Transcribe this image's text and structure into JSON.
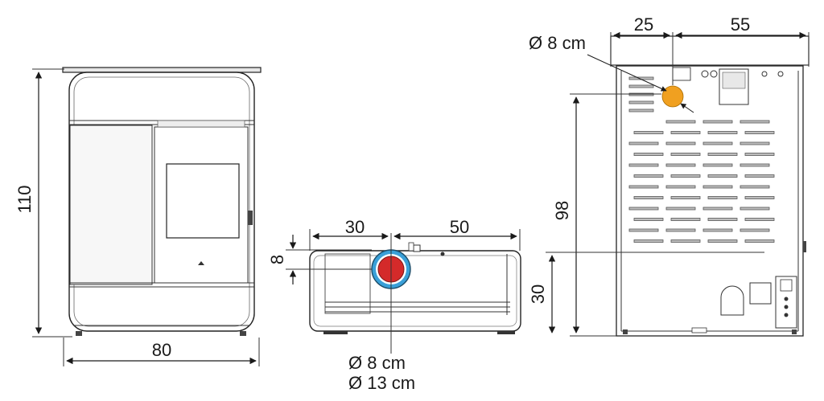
{
  "front_view": {
    "height_label": "110",
    "width_label": "80"
  },
  "top_view": {
    "left_dim_label": "30",
    "right_dim_label": "50",
    "depth_dim_label": "8",
    "pipe_inner_label": "Ø 8 cm",
    "pipe_outer_label": "Ø 13 cm",
    "colors": {
      "inner_pipe": "#d42a2a",
      "outer_pipe": "#3aa0d8"
    }
  },
  "rear_view": {
    "left_dim_label": "25",
    "right_dim_label": "55",
    "pipe_label": "Ø 8 cm",
    "height_label": "98",
    "low_height_label": "30",
    "colors": {
      "pipe": "#f0a020"
    }
  }
}
